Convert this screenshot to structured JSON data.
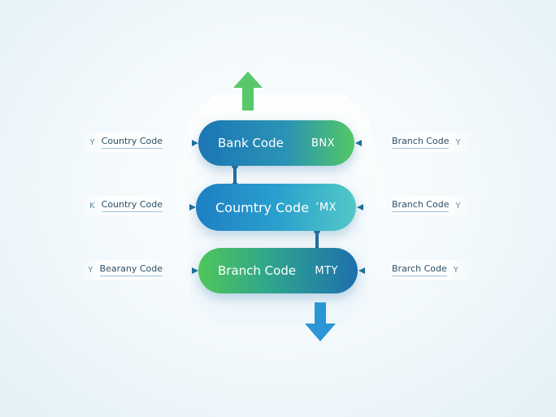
{
  "colors": {
    "up_arrow": "#58c86a",
    "down_arrow": "#2c95d6",
    "connector": "#1f6f9c"
  },
  "icons": {
    "up": "arrow-up-icon",
    "down": "arrow-down-icon"
  },
  "stack": [
    {
      "label": "Bank Code",
      "code": "BNX"
    },
    {
      "label": "Coumtry Code",
      "code": "’MX"
    },
    {
      "label": "Branch Code",
      "code": "MTY"
    }
  ],
  "left_tags": [
    {
      "mark": "Y",
      "label": "Country Code"
    },
    {
      "mark": "K",
      "label": "Country Code"
    },
    {
      "mark": "Y",
      "label": "Bearany Code"
    }
  ],
  "right_tags": [
    {
      "label": "Branch Code",
      "mark": "Y"
    },
    {
      "label": "Branch Code",
      "mark": "Y"
    },
    {
      "label": "Brarch Code",
      "mark": "Y"
    }
  ]
}
